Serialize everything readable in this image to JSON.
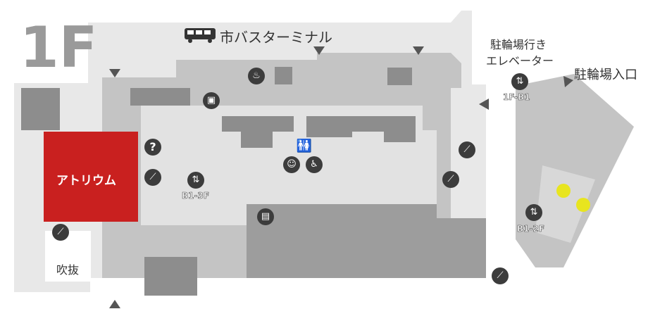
{
  "floor": {
    "label": "1F"
  },
  "bus_terminal": {
    "label": "市バスターミナル",
    "icon": "bus-icon"
  },
  "bicycle_elevator": {
    "line1": "駐輪場行き",
    "line2": "エレベーター",
    "floors": "1F-B1"
  },
  "bicycle_entrance": {
    "label": "駐輪場入口"
  },
  "atrium": {
    "label": "アトリウム",
    "color": "#c9201f"
  },
  "void": {
    "label": "吹抜"
  },
  "elevators": [
    {
      "floors": "B1-3F"
    },
    {
      "floors": "B1-2F"
    }
  ],
  "colors": {
    "floor_light": "#e6e6e6",
    "floor_mid": "#bdbdbd",
    "shop_dark": "#8a8a8a",
    "icon_bg": "#3c3c3c",
    "highlight_yellow": "#e8e51f"
  }
}
